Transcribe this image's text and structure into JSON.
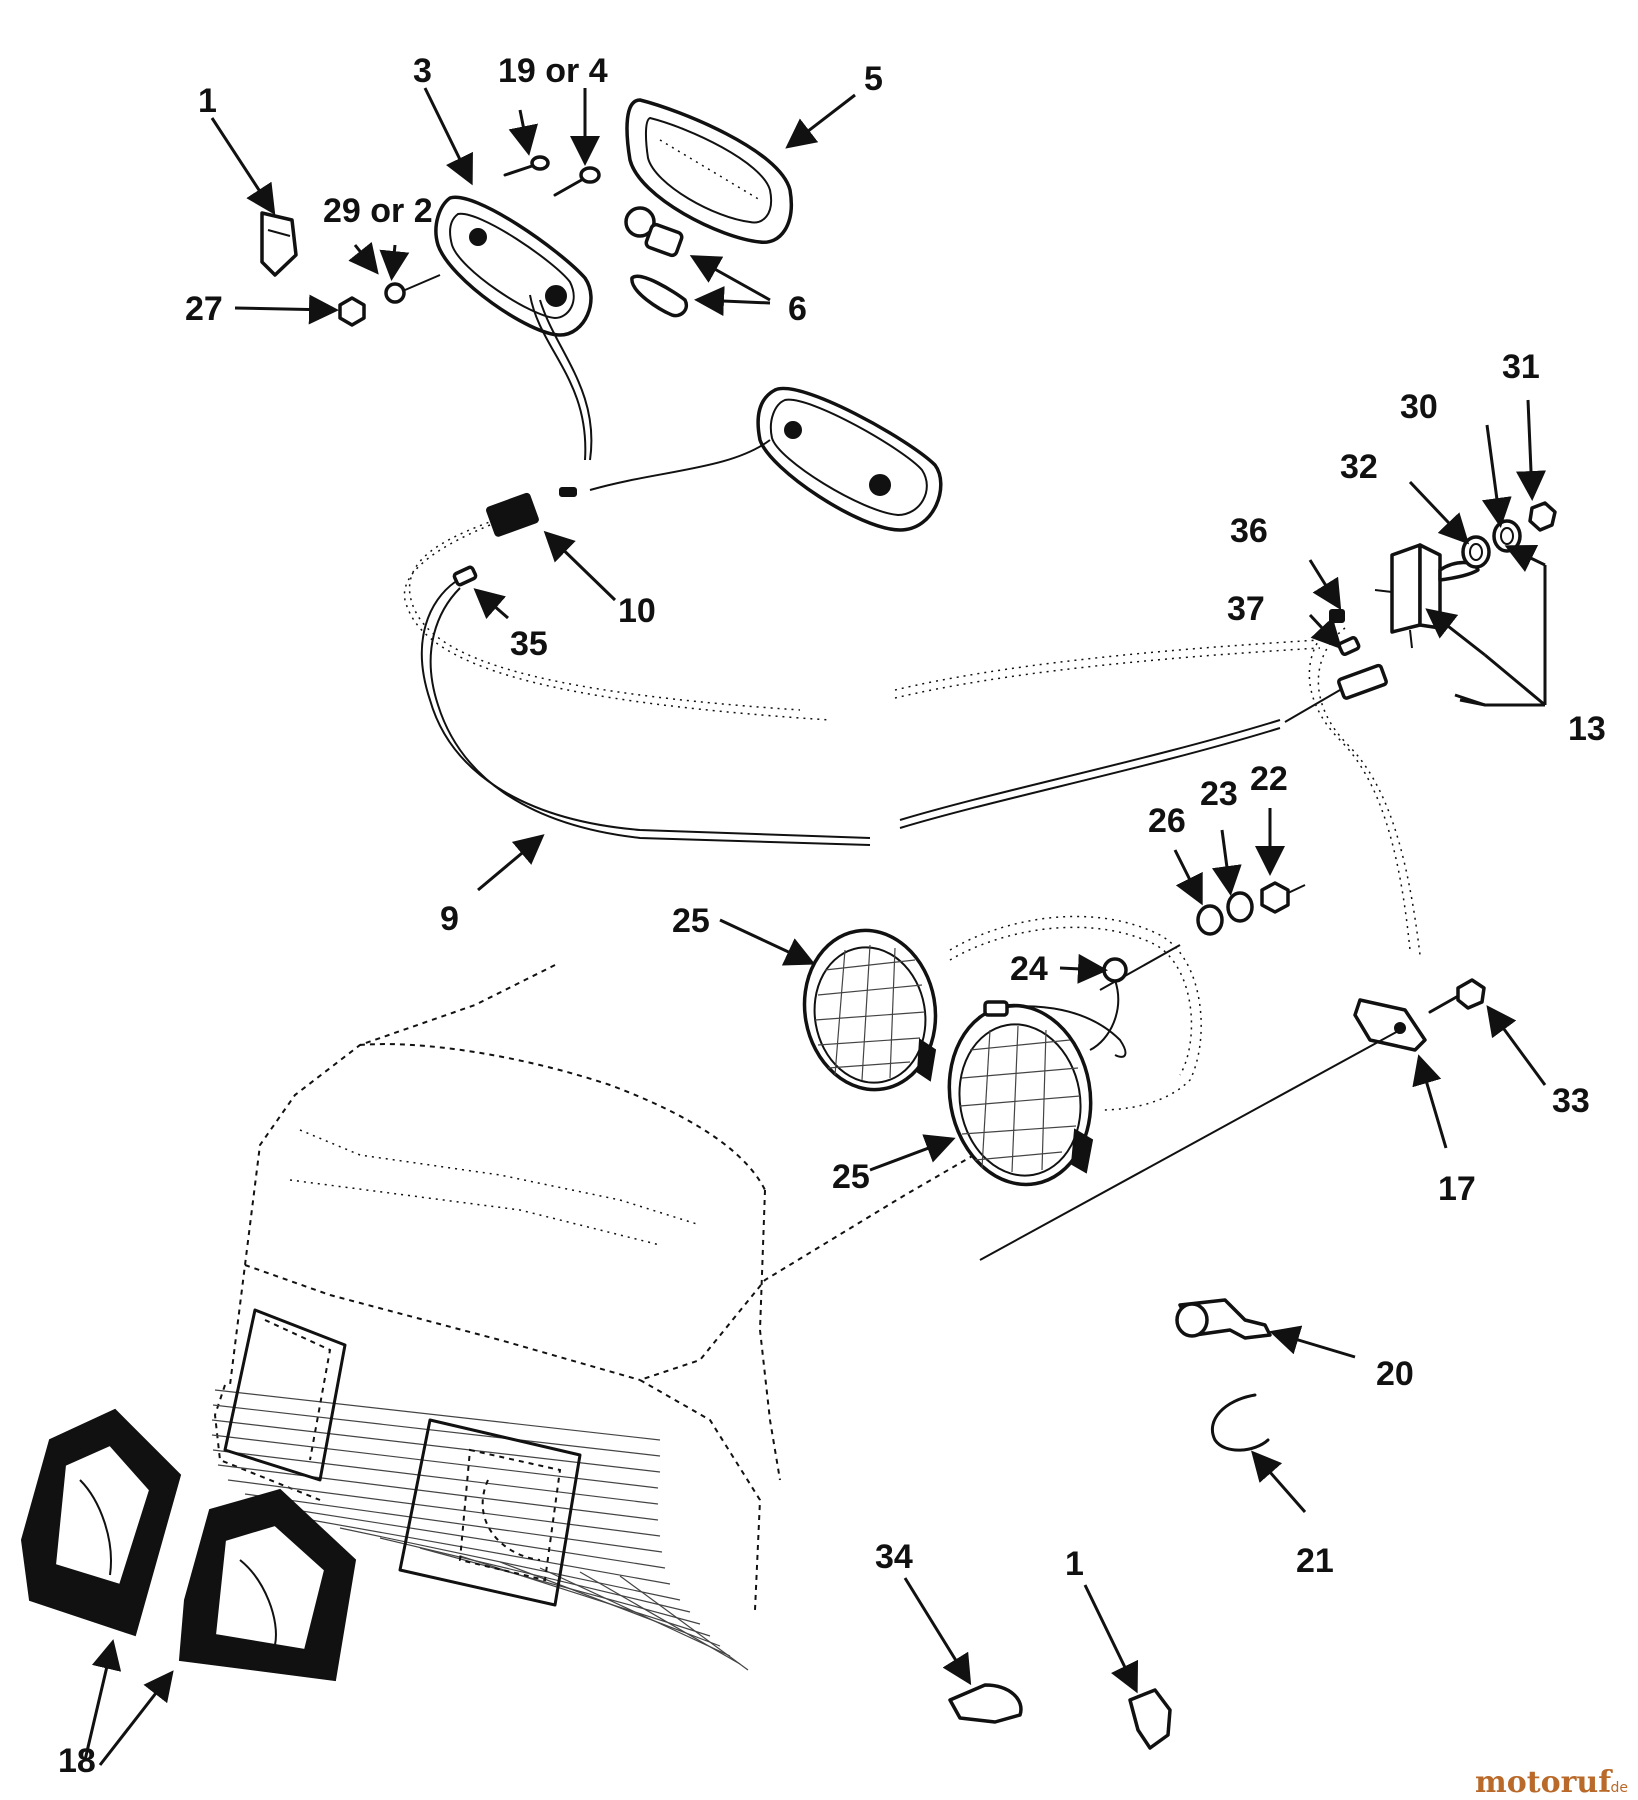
{
  "callouts": {
    "c1_top": "1",
    "c3": "3",
    "c19_or_4": "19 or 4",
    "c5": "5",
    "c29_or_2": "29 or 2",
    "c27": "27",
    "c6": "6",
    "c10": "10",
    "c35": "35",
    "c36": "36",
    "c37": "37",
    "c32": "32",
    "c30": "30",
    "c31": "31",
    "c13": "13",
    "c9": "9",
    "c26": "26",
    "c23": "23",
    "c22": "22",
    "c25_top": "25",
    "c24": "24",
    "c25_bottom": "25",
    "c33": "33",
    "c17": "17",
    "c20": "20",
    "c21": "21",
    "c34": "34",
    "c1_bottom": "1",
    "c18": "18"
  },
  "watermark": {
    "brand": "motoruf",
    "tld": ".de"
  },
  "colors": {
    "line": "#111111",
    "background": "#ffffff",
    "watermark": "#b96a2a"
  }
}
